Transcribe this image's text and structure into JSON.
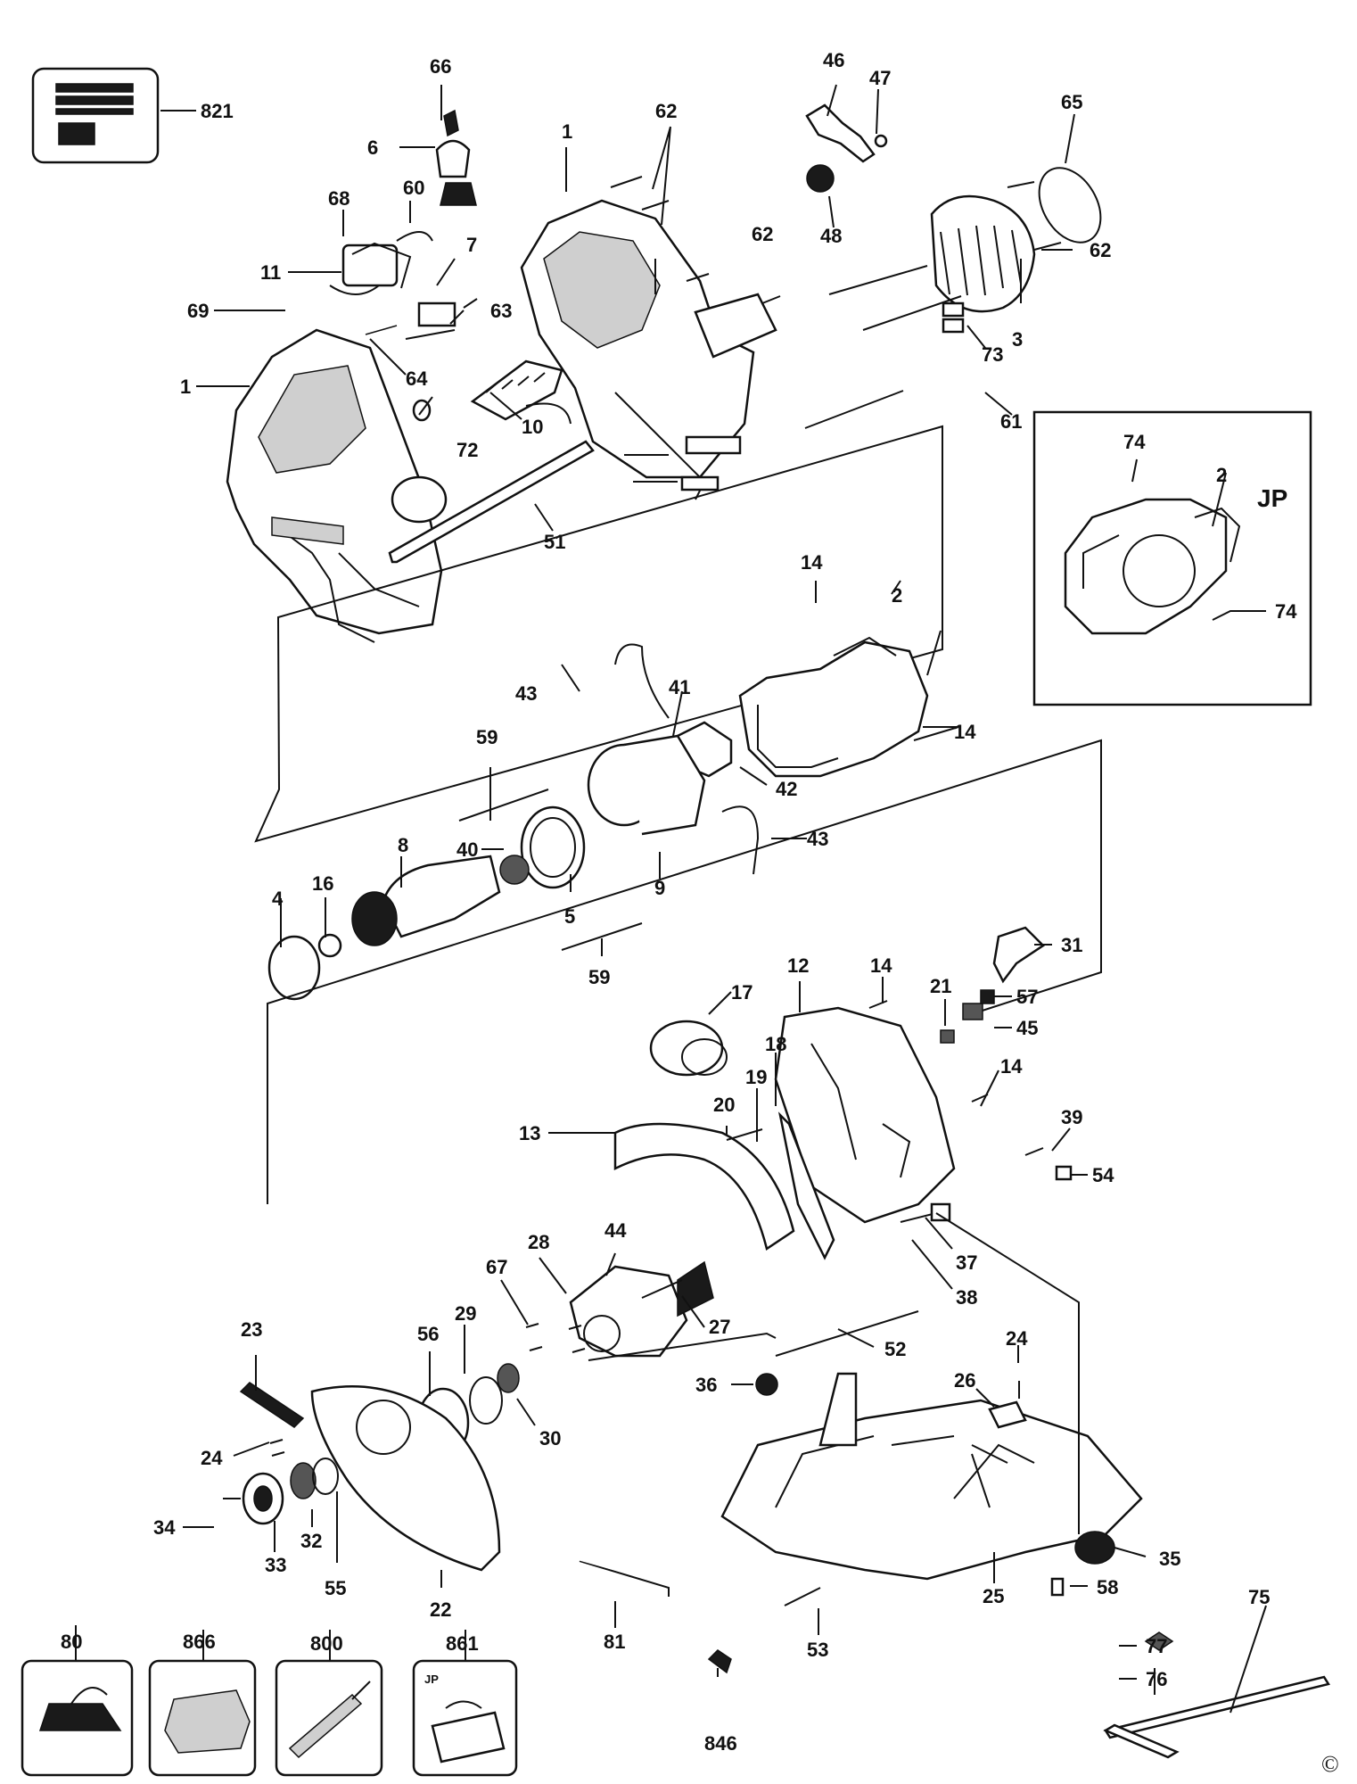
{
  "callouts": {
    "c821": "821",
    "c66": "66",
    "c6": "6",
    "c68": "68",
    "c60": "60",
    "c11": "11",
    "c7": "7",
    "c69": "69",
    "c63": "63",
    "c64": "64",
    "c10": "10",
    "c1a": "1",
    "c1b": "1",
    "c72": "72",
    "c51": "51",
    "c62a": "62",
    "c62b": "62",
    "c62c": "62",
    "c46": "46",
    "c47": "47",
    "c48": "48",
    "c65": "65",
    "c3": "3",
    "c73": "73",
    "c61": "61",
    "c74a": "74",
    "c74b": "74",
    "c2jp": "2",
    "c14a": "14",
    "c2": "2",
    "c14b": "14",
    "c43a": "43",
    "c41": "41",
    "c59a": "59",
    "c42": "42",
    "c43b": "43",
    "c8": "8",
    "c40": "40",
    "c5": "5",
    "c9": "9",
    "c4": "4",
    "c16": "16",
    "c59b": "59",
    "c31": "31",
    "c17": "17",
    "c12": "12",
    "c14c": "14",
    "c21": "21",
    "c57": "57",
    "c45": "45",
    "c18": "18",
    "c19": "19",
    "c20": "20",
    "c14d": "14",
    "c13": "13",
    "c39": "39",
    "c54": "54",
    "c28": "28",
    "c44": "44",
    "c37": "37",
    "c67": "67",
    "c38": "38",
    "c27": "27",
    "c23": "23",
    "c56": "56",
    "c29": "29",
    "c52": "52",
    "c24a": "24",
    "c36": "36",
    "c26": "26",
    "c30": "30",
    "c24b": "24",
    "c34": "34",
    "c32": "32",
    "c33": "33",
    "c55": "55",
    "c22": "22",
    "c35": "35",
    "c58": "58",
    "c75": "75",
    "c25": "25",
    "c53": "53",
    "c81": "81",
    "c77": "77",
    "c76": "76",
    "c80": "80",
    "c866": "866",
    "c800": "800",
    "c861": "861",
    "c846": "846"
  },
  "jp_label": "JP",
  "kit_jp_label": "JP",
  "copyright": "©"
}
